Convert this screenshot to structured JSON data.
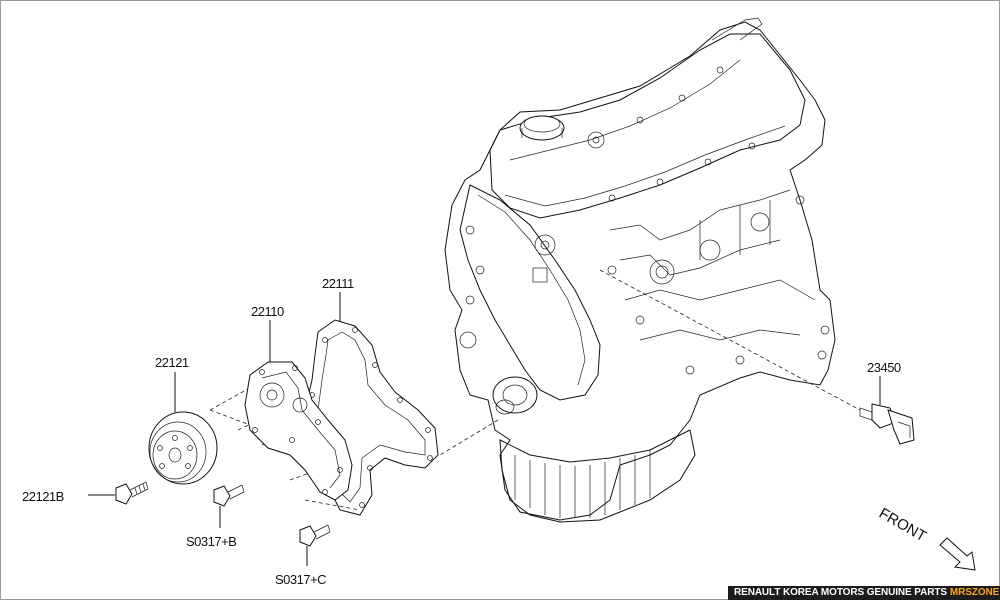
{
  "labels": {
    "part_22111": "22111",
    "part_22110": "22110",
    "part_22121": "22121",
    "part_22121b": "22121B",
    "part_s0317b": "S0317+B",
    "part_s0317c": "S0317+C",
    "part_23450": "23450",
    "front": "FRONT"
  },
  "footer": {
    "text": "RENAULT KOREA MOTORS GENUINE PARTS",
    "brand": "MRSZONE",
    "accent_color": "#f5a623"
  },
  "colors": {
    "line": "#111111",
    "background": "#ffffff",
    "footer_bg": "#1c1c1c"
  }
}
